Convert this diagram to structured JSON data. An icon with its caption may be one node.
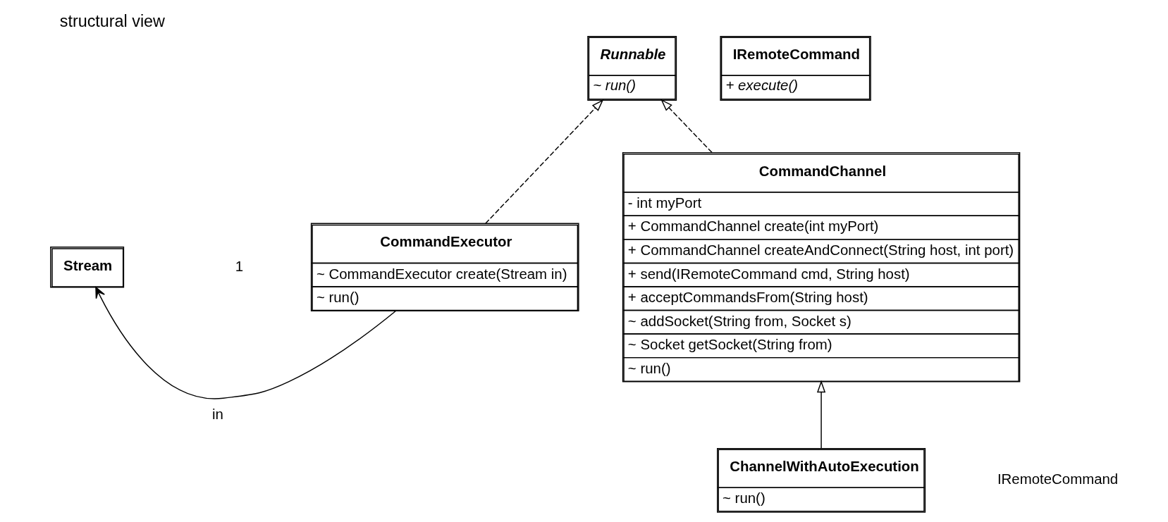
{
  "diagram": {
    "title": "structural view",
    "nodes": [
      {
        "text": [
          "Stream"
        ]
      },
      {
        "text": [
          "Runnable",
          "~ run()"
        ]
      },
      {
        "text": [
          "IRemoteCommand",
          "+ execute()"
        ]
      },
      {
        "text": [
          "CommandExecutor",
          "~ CommandExecutor create(Stream in)",
          "~ run()"
        ]
      },
      {
        "text": [
          "CommandChannel",
          "- int myPort",
          "+ CommandChannel create(int myPort)",
          "+ CommandChannel createAndConnect(String host, int port)",
          "+ send(IRemoteCommand cmd, String host)",
          "+ acceptCommandsFrom(String host)",
          "~ addSocket(String from, Socket s)",
          "~ Socket getSocket(String from)",
          "~ run()"
        ]
      },
      {
        "text": [
          "ChannelWithAutoExecution",
          "~ run()"
        ]
      }
    ],
    "edges": [
      {
        "from": 3,
        "to": 1,
        "arrow": "to",
        "style": "dashed"
      },
      {
        "from": 4,
        "to": 1,
        "arrow": "to",
        "style": "dashed"
      },
      {
        "from": 3,
        "to": 0,
        "arrow": "to",
        "label": "in"
      },
      {
        "from": 5,
        "to": 4,
        "arrow": "to"
      }
    ],
    "labels": [
      "1",
      "IRemoteCommand"
    ]
  }
}
